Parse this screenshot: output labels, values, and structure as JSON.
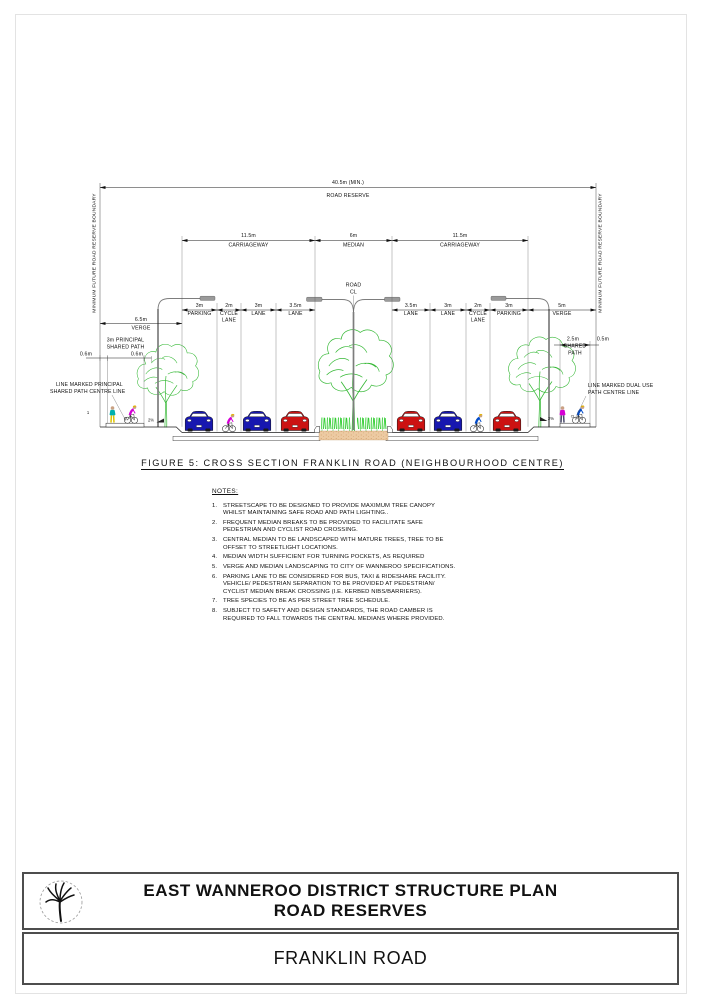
{
  "colors": {
    "line": "#1c1c1c",
    "page_border": "#e3e3e3",
    "block_border": "#4d4d4d",
    "foliage": "#35b835",
    "grass": "#2ecc2e",
    "soil": "#eccaa2",
    "soil_dot": "#cf9a60",
    "car_blue": "#1717b0",
    "car_red": "#cc1212",
    "pole": "#7d7d7d"
  },
  "cross_section": {
    "reserve_dim": "40.5m (MIN.)",
    "reserve_label": "ROAD RESERVE",
    "boundary_label": "MINIMUM FUTURE ROAD RESERVE BOUNDARY",
    "carriageway_dim": "11.5m",
    "carriageway_label": "CARRIAGEWAY",
    "median_dim": "6m",
    "median_label": "MEDIAN",
    "road_cl_top": "ROAD",
    "road_cl_bottom": "CL",
    "verge_left_dim": "6.5m",
    "verge_right_dim": "5m",
    "verge_label": "VERGE",
    "parking_dim": "3m",
    "parking_label": "PARKING",
    "cycle_dim": "2m",
    "cycle_label": "CYCLE",
    "lane_label": "LANE",
    "lane_3m_dim": "3m",
    "lane_35m_dim": "3.5m",
    "offset_06": "0.6m",
    "principal_path_dim": "3m PRINCIPAL",
    "principal_path_label": "SHARED PATH",
    "dual_path_dim": "2.5m",
    "dual_path_label_1": "SHARED",
    "dual_path_label_2": "PATH",
    "offset_05": "0.5m",
    "leader_left_1": "LINE MARKED PRINCIPAL",
    "leader_left_2": "SHARED PATH CENTRE LINE",
    "leader_right_1": "LINE MARKED DUAL USE",
    "leader_right_2": "PATH CENTRE LINE",
    "slope_label": "2%",
    "path_cl_label": "CL",
    "datum_mark": "1"
  },
  "caption": {
    "text": "FIGURE 5: CROSS SECTION FRANKLIN ROAD (NEIGHBOURHOOD CENTRE)"
  },
  "notes": {
    "heading": "NOTES:",
    "items": [
      "STREETSCAPE TO BE DESIGNED TO PROVIDE MAXIMUM TREE CANOPY WHILST MAINTAINING SAFE ROAD AND PATH LIGHTING..",
      "FREQUENT MEDIAN BREAKS TO BE PROVIDED TO FACILITATE SAFE PEDESTRIAN AND CYCLIST ROAD CROSSING.",
      "CENTRAL MEDIAN TO BE LANDSCAPED WITH MATURE TREES, TREE TO BE OFFSET TO STREETLIGHT LOCATIONS.",
      "MEDIAN WIDTH SUFFICIENT FOR TURNING POCKETS, AS REQUIRED",
      "VERGE AND MEDIAN LANDSCAPING TO CITY OF WANNEROO SPECIFICATIONS.",
      "PARKING LANE TO BE CONSIDERED FOR BUS, TAXI & RIDESHARE FACILITY. VEHICLE/ PEDESTRIAN SEPARATION TO BE PROVIDED AT PEDESTRIAN/ CYCLIST MEDIAN BREAK CROSSING (I.E. KERBED NIBS/BARRIERS).",
      "TREE SPECIES TO BE AS PER STREET TREE SCHEDULE.",
      "SUBJECT TO SAFETY AND DESIGN STANDARDS, THE ROAD CAMBER IS REQUIRED TO FALL TOWARDS THE CENTRAL MEDIANS WHERE PROVIDED."
    ]
  },
  "title_block": {
    "line1": "EAST WANNEROO DISTRICT STRUCTURE PLAN",
    "line2": "ROAD RESERVES",
    "logo_icon": "kangaroo-paw-flower-logo"
  },
  "road_title": {
    "name": "FRANKLIN ROAD"
  }
}
